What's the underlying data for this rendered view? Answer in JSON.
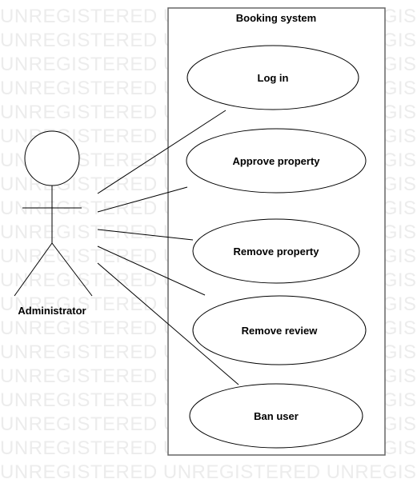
{
  "watermark": {
    "text": "UNREGISTERED UNREGISTERED UNREGISTERED"
  },
  "system": {
    "title": "Booking system"
  },
  "actor": {
    "name": "Administrator"
  },
  "use_cases": [
    {
      "label": "Log in"
    },
    {
      "label": "Approve property"
    },
    {
      "label": "Remove property"
    },
    {
      "label": "Remove review"
    },
    {
      "label": "Ban user"
    }
  ],
  "colors": {
    "stroke": "#000000",
    "boundary": "#666666",
    "watermark": "#ececec"
  }
}
